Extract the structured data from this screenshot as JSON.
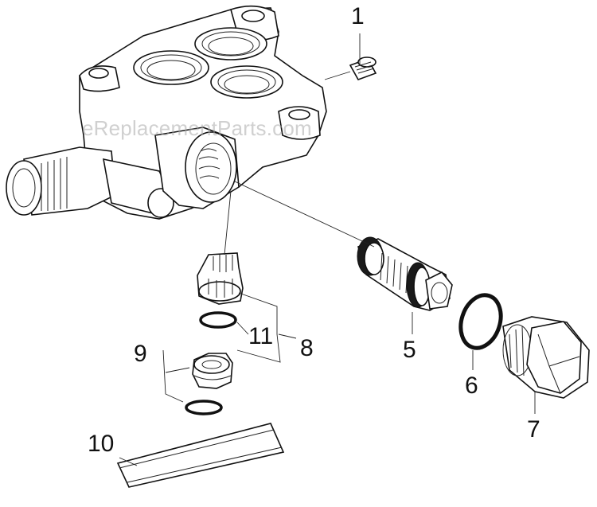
{
  "watermark": "eReplacementParts.com",
  "callouts": {
    "c1": "1",
    "c5": "5",
    "c6": "6",
    "c7": "7",
    "c8": "8",
    "c9": "9",
    "c10": "10",
    "c11": "11"
  }
}
